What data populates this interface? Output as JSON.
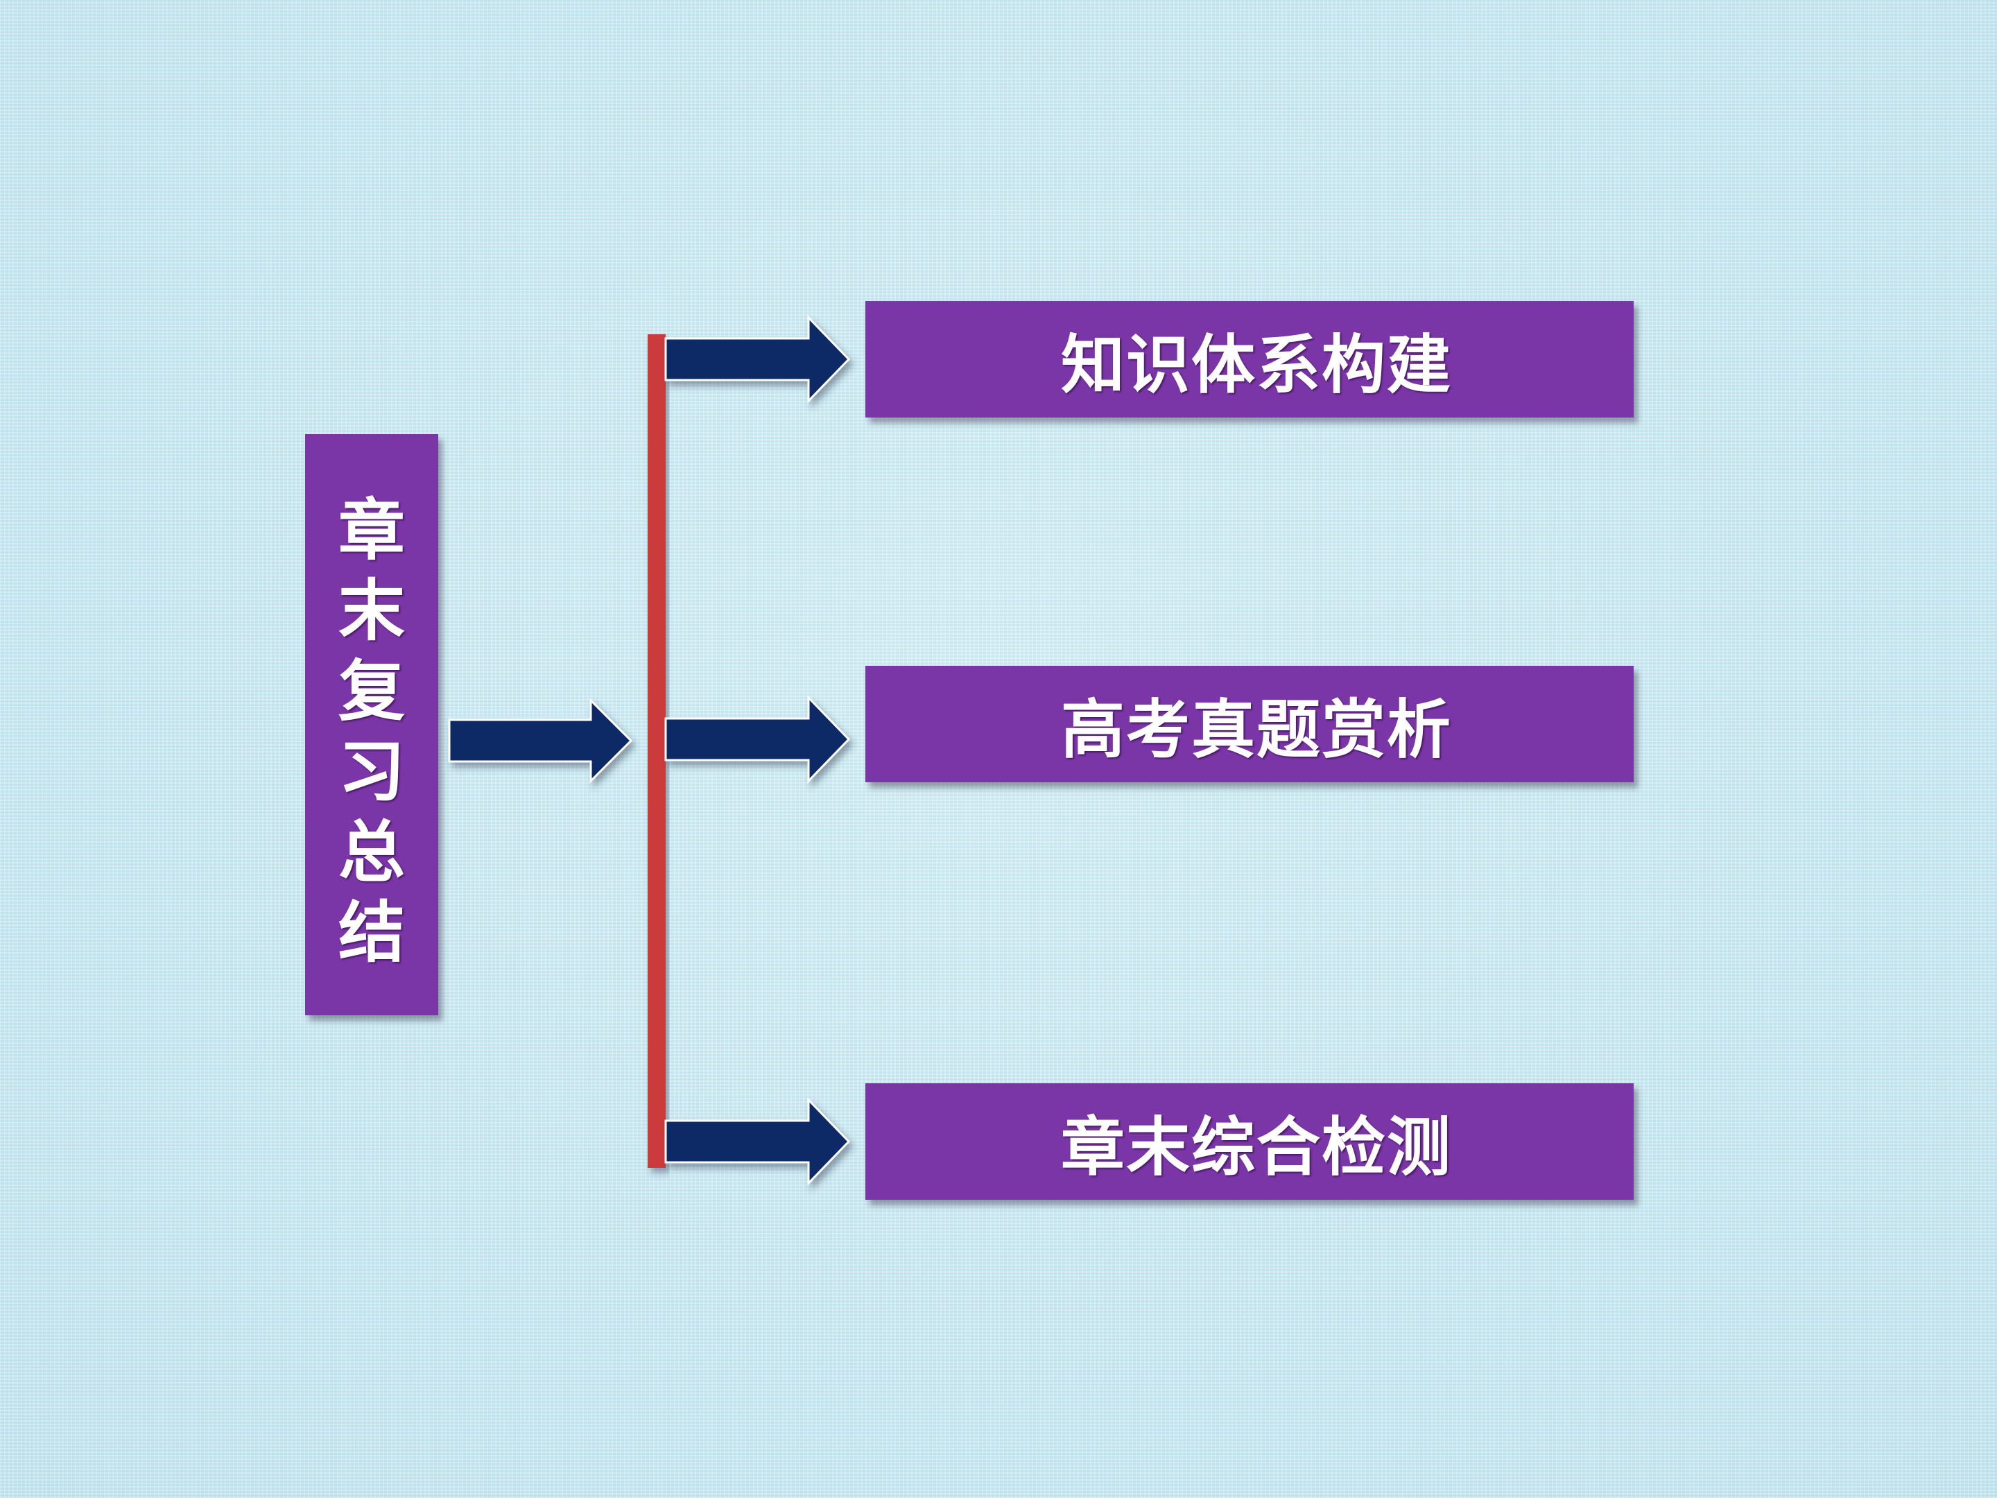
{
  "diagram": {
    "title": "章末复习总结",
    "items": [
      {
        "label": "知识体系构建"
      },
      {
        "label": "高考真题赏析"
      },
      {
        "label": "章末综合检测"
      }
    ]
  },
  "colors": {
    "background": "#cdebf3",
    "box_fill": "#7a35a6",
    "arrow_fill": "#0f2a66",
    "bracket_line": "#cc3a3a",
    "text": "#ffffff"
  },
  "icons": {
    "connector": "arrow-right-icon"
  }
}
